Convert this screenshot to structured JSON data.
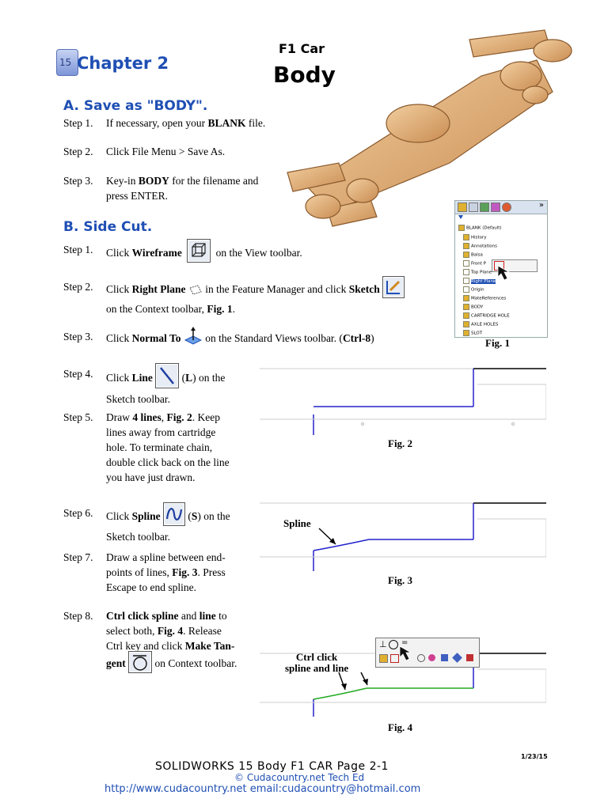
{
  "header": {
    "chapter_badge": "15",
    "chapter": "Chapter 2",
    "subtitle": "F1 Car",
    "title": "Body"
  },
  "section_a": {
    "heading": "A. Save as \"BODY\".",
    "steps": [
      {
        "num": "Step 1.",
        "pre": "If necessary, open your ",
        "bold": "BLANK",
        "post": " file."
      },
      {
        "num": "Step 2.",
        "text": "Click File Menu > Save As."
      },
      {
        "num": "Step 3.",
        "pre": "Key-in ",
        "bold": "BODY",
        "post": " for the filename and",
        "line2": "press ENTER."
      }
    ]
  },
  "section_b": {
    "heading": "B. Side Cut.",
    "step1": {
      "num": "Step 1.",
      "pre": "Click ",
      "bold": "Wireframe",
      "post": " on the View toolbar."
    },
    "step2": {
      "num": "Step 2.",
      "pre": "Click ",
      "bold": "Right Plane",
      "mid": " in the Feature Manager and click ",
      "bold2": "Sketch",
      "line2_pre": "on the Context toolbar, ",
      "line2_bold": "Fig. 1",
      "line2_post": "."
    },
    "step3": {
      "num": "Step 3.",
      "pre": "Click ",
      "bold": "Normal To",
      "mid": " on the Standard Views toolbar. (",
      "bold2": "Ctrl-8",
      "post": ")"
    },
    "step4": {
      "num": "Step 4.",
      "pre": "Click ",
      "bold": "Line",
      "mid": " (",
      "bold2": "L",
      "post": ") on the",
      "line2": "Sketch toolbar."
    },
    "step5": {
      "num": "Step 5.",
      "pre": "Draw ",
      "bold": "4 lines",
      "mid": ", ",
      "bold2": "Fig. 2",
      "post": ".  Keep",
      "lines": [
        "lines away from cartridge",
        "hole.  To terminate chain,",
        "double click back on the line",
        "you have just drawn."
      ]
    },
    "step6": {
      "num": "Step 6.",
      "pre": "Click ",
      "bold": "Spline",
      "mid": " (",
      "bold2": "S",
      "post": ") on the",
      "line2": "Sketch toolbar."
    },
    "step7": {
      "num": "Step 7.",
      "text": "Draw a spline between end-",
      "line2_pre": "points of lines, ",
      "line2_bold": "Fig. 3",
      "line2_post": ".  Press",
      "line3": "Escape to end spline."
    },
    "step8": {
      "num": "Step 8.",
      "bold": "Ctrl click spline",
      "mid": " and ",
      "bold2": "line",
      "post": " to",
      "line2_pre": "select both, ",
      "line2_bold": "Fig. 4",
      "line2_post": ".  Release",
      "line3_pre": "Ctrl key and click ",
      "line3_bold": "Make Tan-",
      "line4_bold": "gent",
      "line4_post": " on Context toolbar."
    }
  },
  "figures": {
    "fig1": {
      "caption": "Fig. 1",
      "tree": [
        "BLANK (Default)",
        "History",
        "Annotations",
        "Balsa",
        "Front P",
        "Top Plane",
        "Right Plane",
        "Origin",
        "MateReferences",
        "BODY",
        "CARTRIDGE HOLE",
        "AXLE HOLES",
        "SLOT"
      ]
    },
    "fig2": {
      "caption": "Fig. 2"
    },
    "fig3": {
      "caption": "Fig. 3",
      "label": "Spline"
    },
    "fig4": {
      "caption": "Fig. 4",
      "label_line1": "Ctrl click",
      "label_line2": "spline and line"
    }
  },
  "footer": {
    "date": "1/23/15",
    "line1": "SOLIDWORKS 15  Body F1 CAR  Page 2-1",
    "line2": "© Cudacountry.net  Tech Ed",
    "line3": "http://www.cudacountry.net   email:cudacountry@hotmail.com"
  },
  "colors": {
    "heading_blue": "#1f4fb4",
    "sketch_blue": "#2222cc",
    "selected_green": "#22aa22",
    "wood": "#deaa74"
  }
}
